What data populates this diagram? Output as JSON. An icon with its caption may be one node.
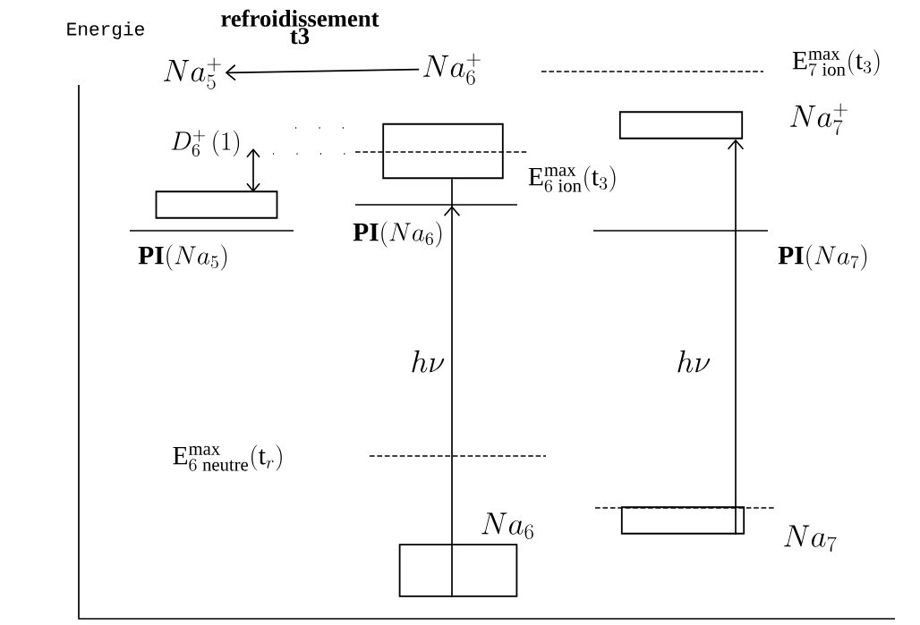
{
  "diagram": {
    "nodes": [
      {
        "text": [
          "Na_5^+"
        ]
      },
      {
        "text": [
          "Na_6^+"
        ]
      },
      {
        "text": [],
        "shape": "box"
      },
      {
        "text": [],
        "shape": "box"
      },
      {
        "text": [],
        "shape": "box",
        "beside": [
          "Na_7^+"
        ]
      },
      {
        "text": [],
        "shape": "box",
        "beside": [
          "Na_6"
        ]
      },
      {
        "text": [],
        "shape": "box",
        "beside": [
          "Na_7"
        ]
      }
    ],
    "edges": [
      {
        "from": 1,
        "to": 0,
        "arrow": "to",
        "label": "refroidissement t3"
      },
      {
        "from": 5,
        "to": 3,
        "arrow": "to",
        "label": "h\\nu"
      },
      {
        "from": 6,
        "to": 4,
        "arrow": "to",
        "label": "h\\nu"
      }
    ],
    "labels": [
      "Energie",
      "\\mathrm{E}_{7\\;\\mathrm{ion}}^{\\mathrm{max}}(\\mathrm{t}_3)",
      "D_6^+\\,(1)",
      "\\mathrm{E}_{6\\;\\mathrm{ion}}^{\\mathrm{max}}(\\mathrm{t}_3)",
      "\\mathbf{PI}(Na_6)",
      "\\mathbf{PI}(Na_5)",
      "\\mathbf{PI}(Na_7)",
      "\\mathrm{E}_{6\\;\\mathrm{neutre}}^{\\mathrm{max}}(\\mathrm{t}_r)"
    ]
  }
}
